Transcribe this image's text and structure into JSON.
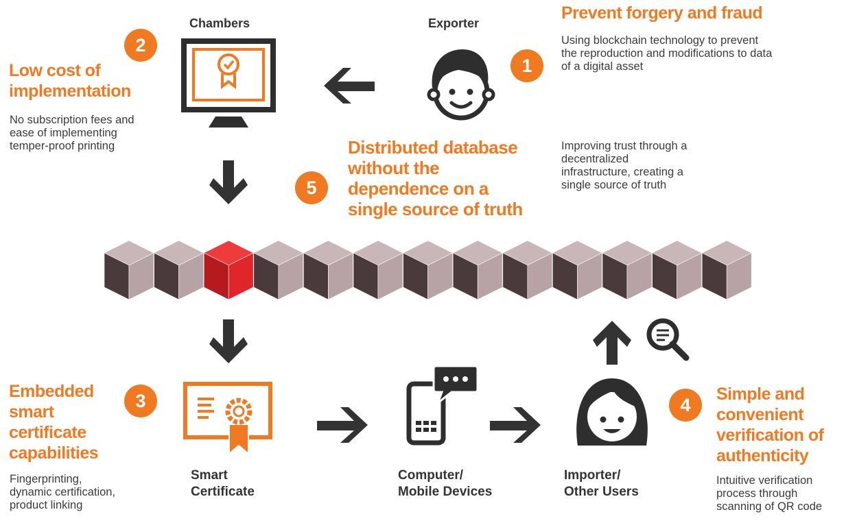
{
  "nodes": {
    "chambers": "Chambers",
    "exporter": "Exporter",
    "smart_certificate": [
      "Smart",
      "Certificate"
    ],
    "devices": [
      "Computer/",
      "Mobile Devices"
    ],
    "importer": [
      "Importer/",
      "Other Users"
    ]
  },
  "benefits": {
    "b1": {
      "number": "1",
      "title": "Prevent forgery and fraud",
      "desc": [
        "Using blockchain technology to prevent",
        "the reproduction and modifications to data",
        "of a digital asset"
      ]
    },
    "b2": {
      "number": "2",
      "title": [
        "Low cost of",
        "implementation"
      ],
      "desc": [
        "No subscription fees and",
        "ease of implementing",
        "temper-proof printing"
      ]
    },
    "b3": {
      "number": "3",
      "title": [
        "Embedded",
        "smart",
        "certificate",
        "capabilities"
      ],
      "desc": [
        "Fingerprinting,",
        "dynamic certification,",
        "product linking"
      ]
    },
    "b4": {
      "number": "4",
      "title": [
        "Simple and",
        "convenient",
        "verification of",
        "authenticity"
      ],
      "desc": [
        "Intuitive verification",
        "process through",
        "scanning of QR code"
      ]
    },
    "b5": {
      "number": "5",
      "title": [
        "Distributed database",
        "without the",
        "dependence on a",
        "single source of truth"
      ],
      "desc": [
        "Improving trust through a",
        "decentralized",
        "infrastructure, creating a",
        "single source of truth"
      ]
    }
  },
  "blockchain": {
    "block_count": 13,
    "highlighted_index": 2
  },
  "colors": {
    "accent": "#ef7a22",
    "dark": "#333333",
    "block_highlight": "#e0262a"
  },
  "icons": [
    "monitor-certificate-icon",
    "boy-face-icon",
    "girl-face-icon",
    "certificate-icon",
    "phone-chat-icon",
    "magnifier-icon"
  ]
}
